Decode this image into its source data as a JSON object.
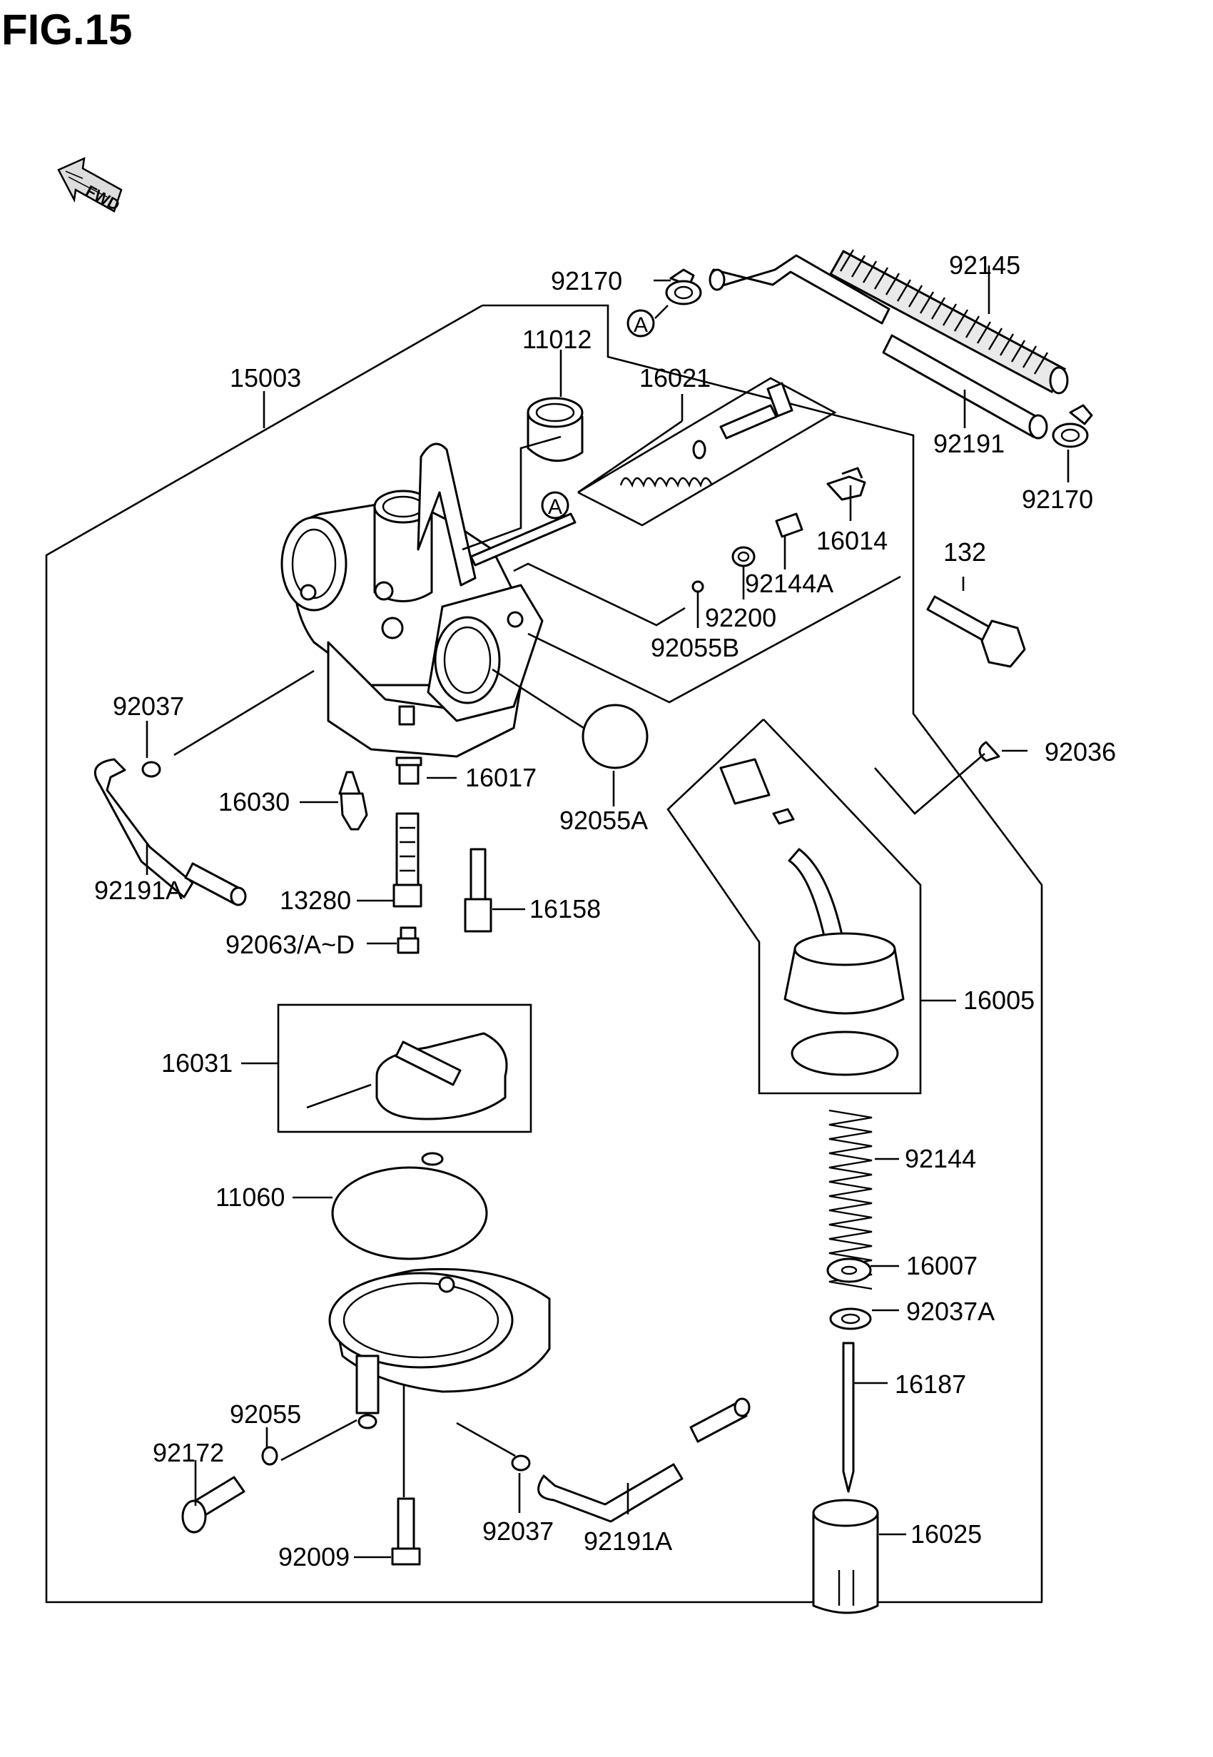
{
  "figure": {
    "title": "FIG.15"
  },
  "fwd_marker": {
    "text": "FWD",
    "icon": "fwd-arrow-icon"
  },
  "reference_marks": [
    "A",
    "A"
  ],
  "labels": {
    "p92170_top": "92170",
    "p92145": "92145",
    "p11012": "11012",
    "p15003": "15003",
    "p16021": "16021",
    "p92191": "92191",
    "p92170_bottom": "92170",
    "p16014": "16014",
    "p92144A": "92144A",
    "p132": "132",
    "p92200": "92200",
    "p92055B": "92055B",
    "p92037_top": "92037",
    "p92036": "92036",
    "p16017": "16017",
    "p16030": "16030",
    "p92055A": "92055A",
    "p92191A_left": "92191A",
    "p13280": "13280",
    "p16158": "16158",
    "p92063": "92063/A~D",
    "p16005": "16005",
    "p16031": "16031",
    "p92144": "92144",
    "p11060": "11060",
    "p16007": "16007",
    "p92037A": "92037A",
    "p16187": "16187",
    "p92055": "92055",
    "p92172": "92172",
    "p92037_bottom": "92037",
    "p92191A_bottom": "92191A",
    "p16025": "16025",
    "p92009": "92009"
  }
}
